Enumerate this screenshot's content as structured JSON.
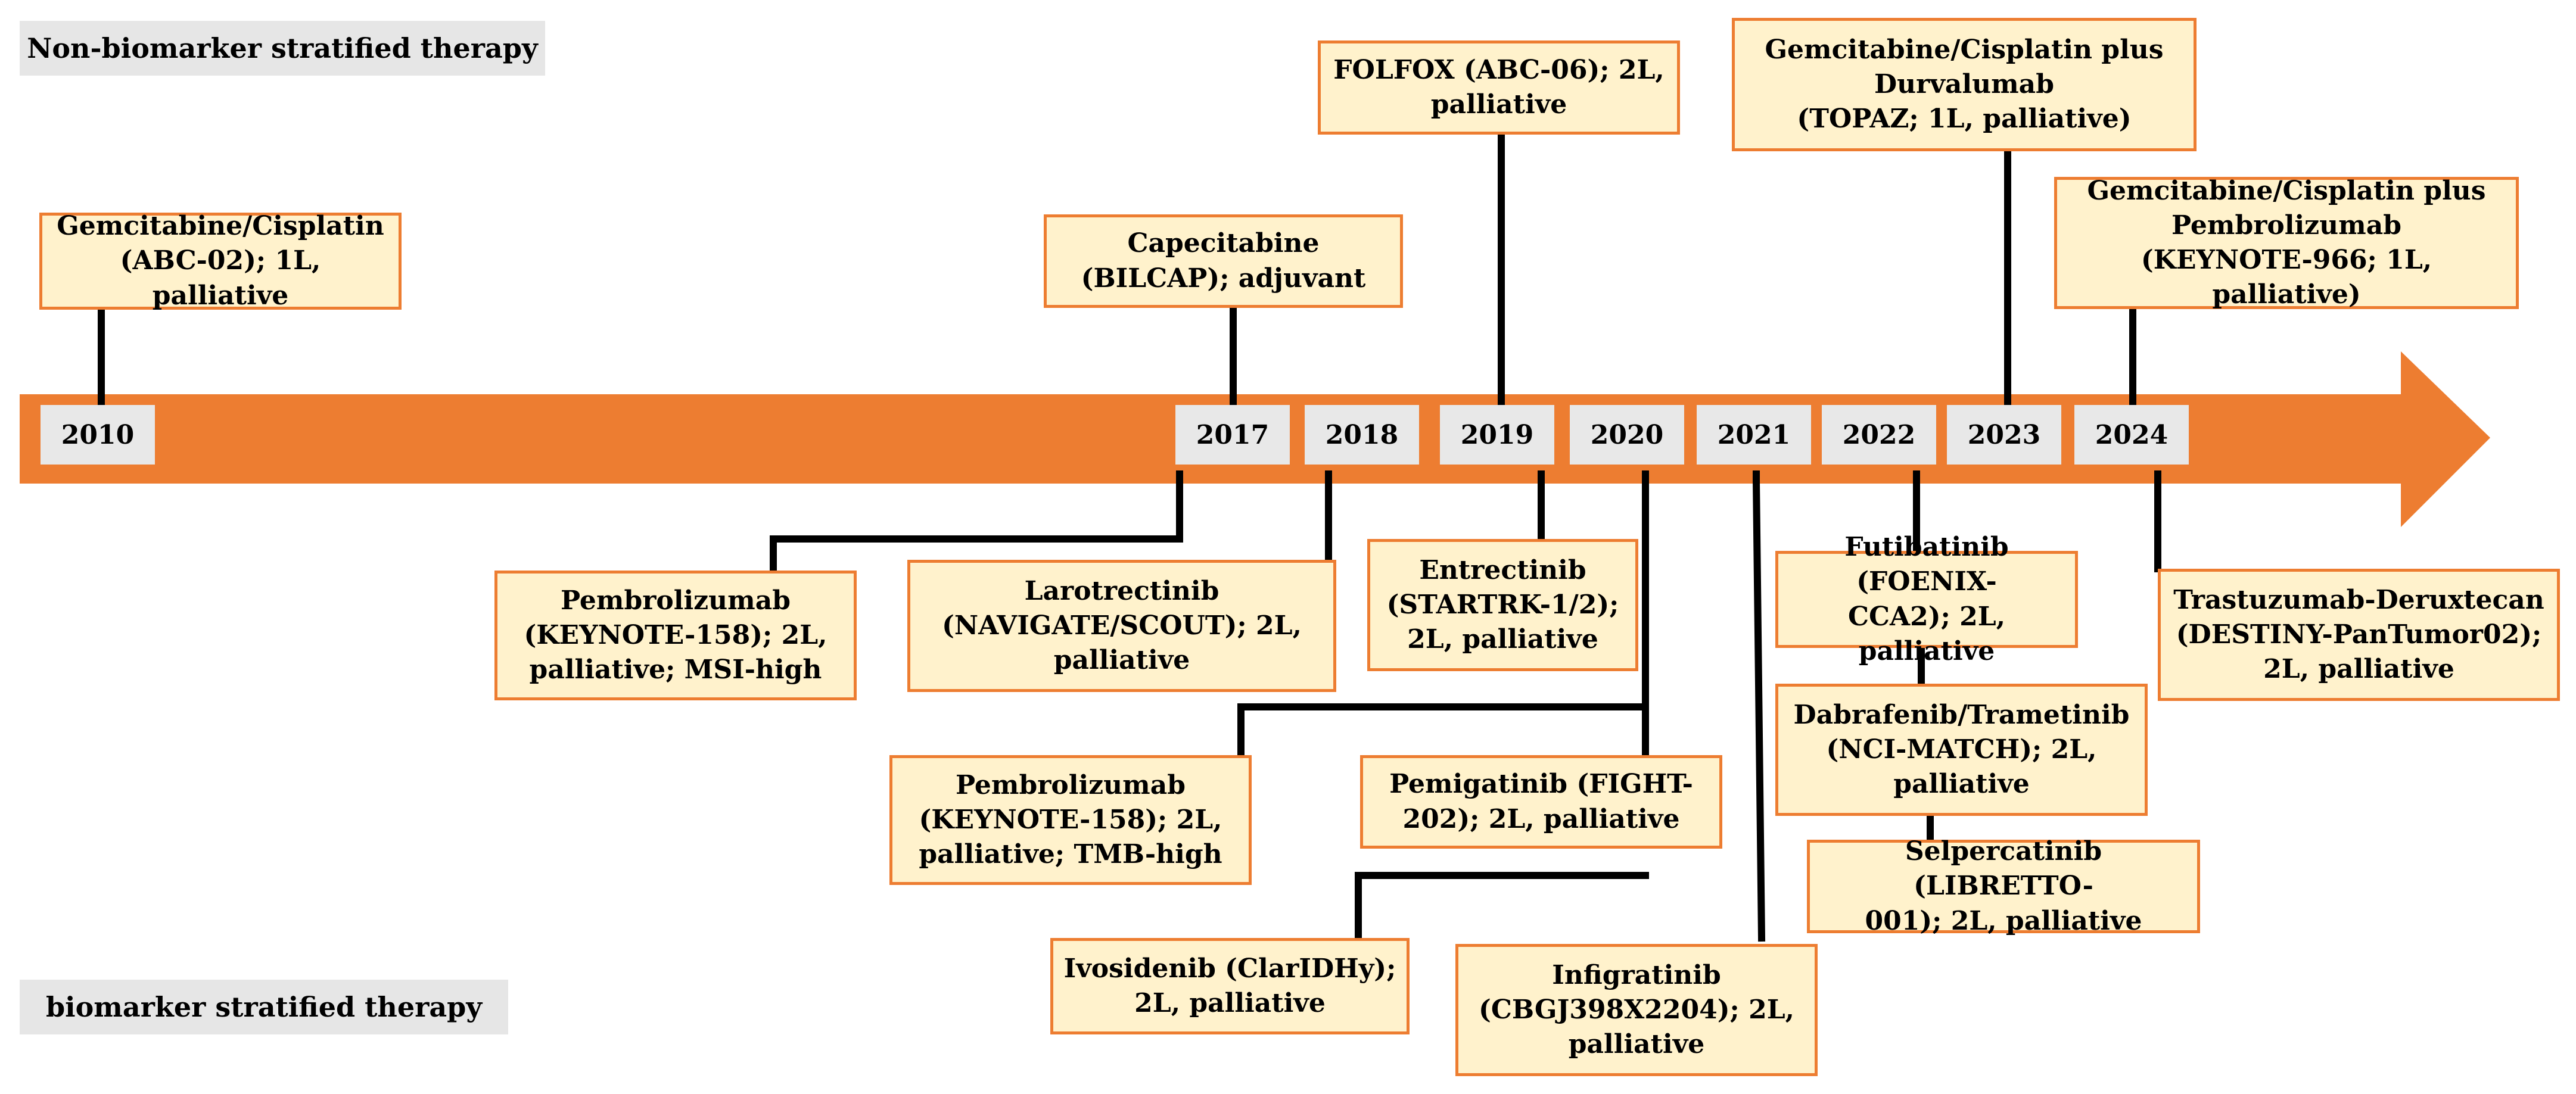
{
  "section_labels": {
    "top": "Non-biomarker stratified therapy",
    "bottom": "biomarker stratified therapy"
  },
  "years": [
    "2010",
    "2017",
    "2018",
    "2019",
    "2020",
    "2021",
    "2022",
    "2023",
    "2024"
  ],
  "colors": {
    "arrow": "#ed7d31",
    "box_fill": "#fff2cc",
    "box_border": "#ed7d31",
    "year_fill": "#e8e8e8",
    "label_fill": "#e6e6e6",
    "connector": "#000000"
  },
  "events_non_biomarker": [
    {
      "year": "2010",
      "lines": [
        "Gemcitabine/Cisplatin",
        "(ABC-02); 1L, palliative"
      ]
    },
    {
      "year": "2017",
      "lines": [
        "Capecitabine",
        "(BILCAP); adjuvant"
      ]
    },
    {
      "year": "2019",
      "lines": [
        "FOLFOX (ABC-06); 2L,",
        "palliative"
      ]
    },
    {
      "year": "2023",
      "lines": [
        "Gemcitabine/Cisplatin plus",
        "Durvalumab",
        "(TOPAZ; 1L, palliative)"
      ]
    },
    {
      "year": "2024",
      "lines": [
        "Gemcitabine/Cisplatin plus",
        "Pembrolizumab",
        "(KEYNOTE-966; 1L, palliative)"
      ]
    }
  ],
  "events_biomarker": [
    {
      "year": "2017",
      "lines": [
        "Pembrolizumab",
        "(KEYNOTE-158); 2L,",
        "palliative; MSI-high"
      ]
    },
    {
      "year": "2018",
      "lines": [
        "Larotrectinib",
        "(NAVIGATE/SCOUT); 2L,",
        "palliative"
      ]
    },
    {
      "year": "2019",
      "lines": [
        "Entrectinib",
        "(STARTRK-1/2);",
        "2L, palliative"
      ]
    },
    {
      "year": "2020",
      "lines": [
        "Pembrolizumab",
        "(KEYNOTE-158); 2L,",
        "palliative; TMB-high"
      ]
    },
    {
      "year": "2020",
      "lines": [
        "Pemigatinib (FIGHT-",
        "202); 2L, palliative"
      ]
    },
    {
      "year": "2020",
      "lines": [
        "Ivosidenib (ClarIDHy);",
        "2L, palliative"
      ]
    },
    {
      "year": "2021",
      "lines": [
        "Infigratinib",
        "(CBGJ398X2204); 2L,",
        "palliative"
      ]
    },
    {
      "year": "2022",
      "lines": [
        "Futibatinib (FOENIX-",
        "CCA2); 2L, palliative"
      ]
    },
    {
      "year": "2022",
      "lines": [
        "Dabrafenib/Trametinib",
        "(NCI-MATCH); 2L,",
        "palliative"
      ]
    },
    {
      "year": "2022",
      "lines": [
        "Selpercatinib (LIBRETTO-",
        "001); 2L, palliative"
      ]
    },
    {
      "year": "2024",
      "lines": [
        "Trastuzumab-Deruxtecan",
        "(DESTINY-PanTumor02);",
        "2L, palliative"
      ]
    }
  ]
}
